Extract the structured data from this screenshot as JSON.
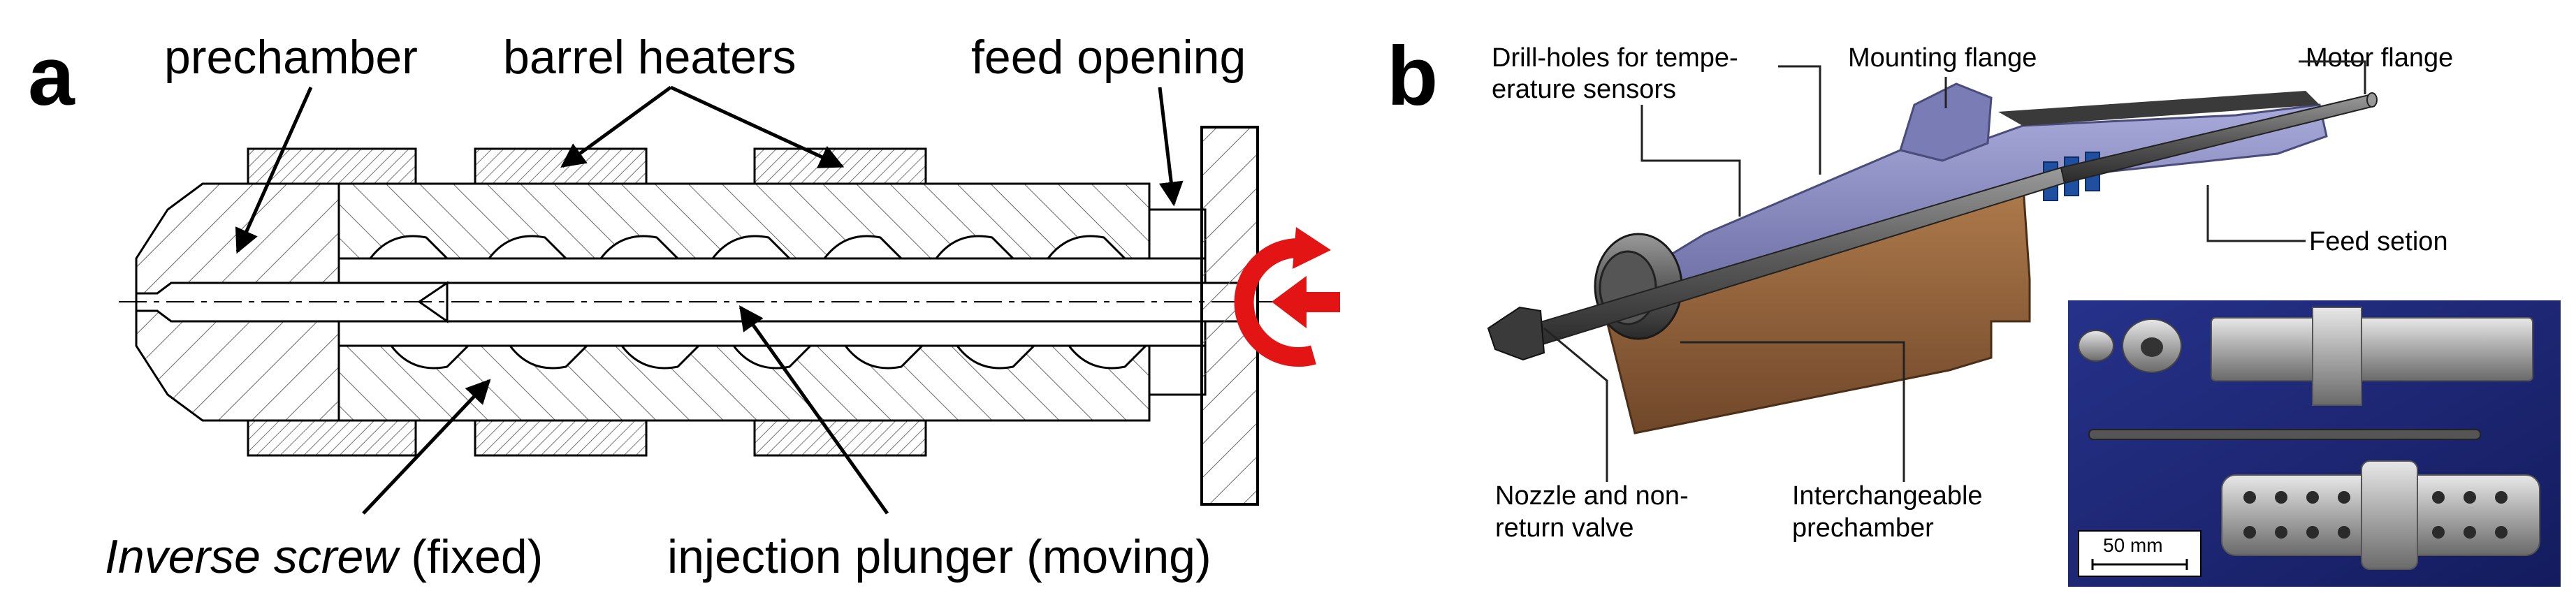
{
  "panel_a": {
    "letter": "a",
    "labels": {
      "prechamber": "prechamber",
      "barrel_heaters": "barrel heaters",
      "feed_opening": "feed opening",
      "inverse_screw_italic": "Inverse screw",
      "inverse_screw_rest": " (fixed)",
      "injection_plunger": "injection plunger (moving)"
    },
    "colors": {
      "arrow": "#e31414",
      "line": "#000000",
      "hatch": "#555555"
    }
  },
  "panel_b": {
    "letter": "b",
    "labels": {
      "drill_holes_line1": "Drill-holes for tempe-",
      "drill_holes_line2": "erature sensors",
      "mounting_flange": "Mounting flange",
      "motor_flange": "Motor flange",
      "feed_section": "Feed setion",
      "nozzle_line1": "Nozzle and non-",
      "nozzle_line2": "return valve",
      "prechamber_line1": "Interchangeable",
      "prechamber_line2": "prechamber"
    },
    "photo_inset": {
      "scale_bar_label": "50 mm"
    },
    "colors": {
      "housing": "#8a8cc4",
      "housing_dark": "#5f6198",
      "heater": "#9a6a40",
      "heater_dark": "#6e4525",
      "steel": "#6a6a6a",
      "steel_dark": "#2b2b2b",
      "feed_blue": "#1f4fa0",
      "photo_bg": "#1e2a7a"
    }
  }
}
